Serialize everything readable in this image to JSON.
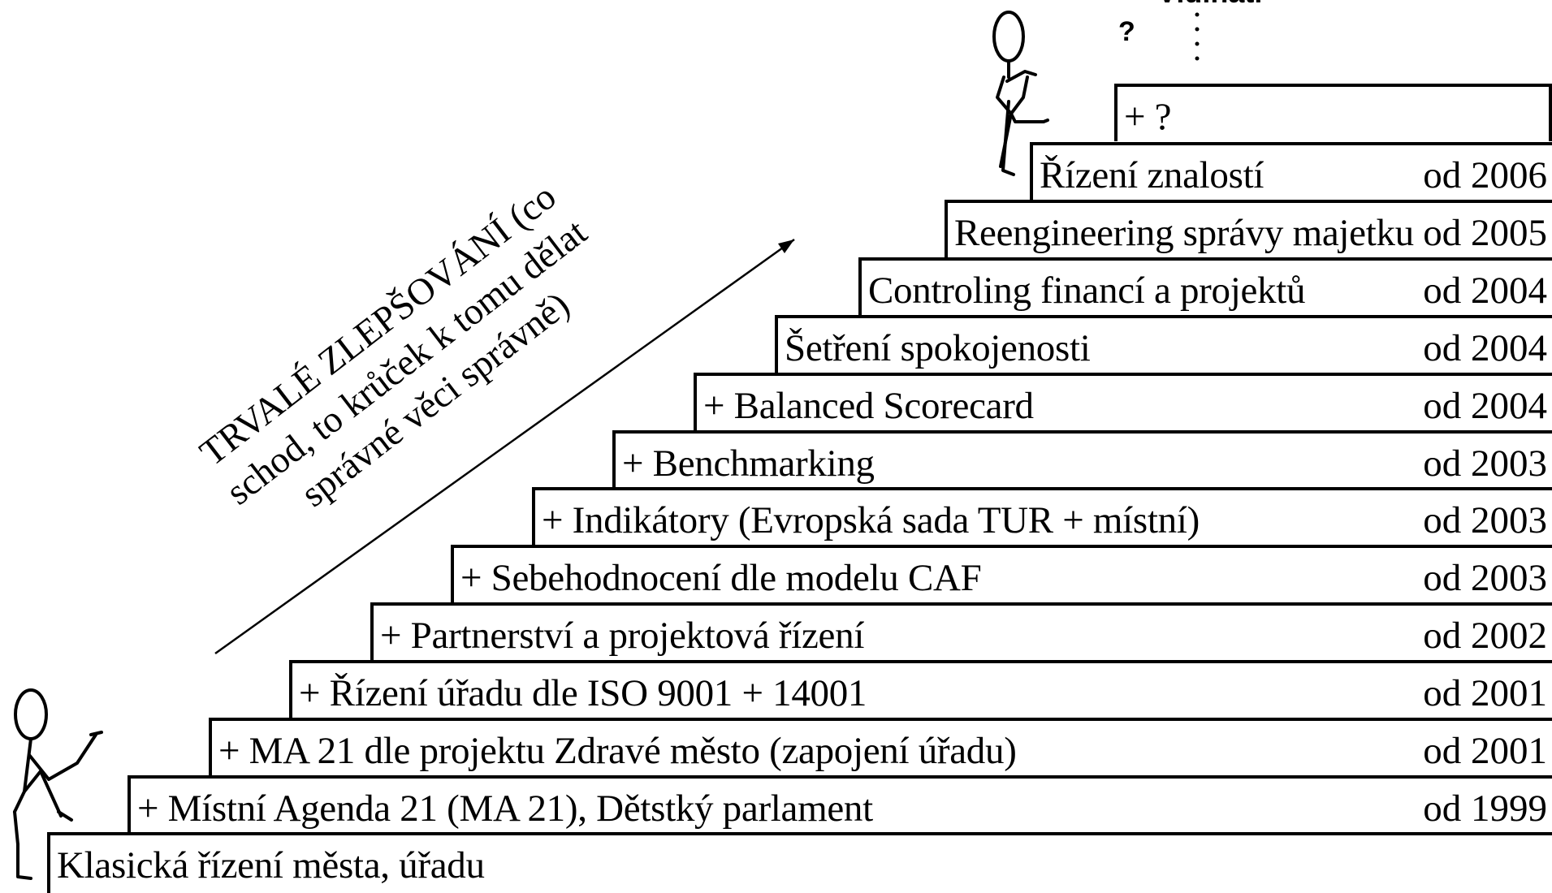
{
  "motto": {
    "line1": "TRVALÉ ZLEPŠOVÁNÍ (co",
    "line2": "schod, to krůček k tomu dělat",
    "line3": "správné věci správně)"
  },
  "top_marker": {
    "question": "?",
    "word": "Vidinati"
  },
  "steps": [
    {
      "label": "Klasická řízení města, úřadu",
      "year": ""
    },
    {
      "label": "+ Místní Agenda 21 (MA 21), Dětstký parlament",
      "year": "od 1999"
    },
    {
      "label": "+ MA 21 dle projektu Zdravé město (zapojení úřadu)",
      "year": "od 2001"
    },
    {
      "label": "+ Řízení úřadu dle ISO 9001 + 14001",
      "year": "od 2001"
    },
    {
      "label": "+ Partnerství a projektová řízení",
      "year": "od 2002"
    },
    {
      "label": "+ Sebehodnocení dle modelu CAF",
      "year": "od 2003"
    },
    {
      "label": "+ Indikátory (Evropská sada TUR + místní)",
      "year": "od 2003"
    },
    {
      "label": "+ Benchmarking",
      "year": "od 2003"
    },
    {
      "label": "+ Balanced Scorecard",
      "year": "od 2004"
    },
    {
      "label": "Šetření spokojenosti",
      "year": "od 2004"
    },
    {
      "label": "Controling financí a projektů",
      "year": "od 2004"
    },
    {
      "label": "Reengineering správy majetku",
      "year": "od 2005"
    },
    {
      "label": "Řízení znalostí",
      "year": "od 2006"
    },
    {
      "label": "+ ?",
      "year": ""
    }
  ]
}
